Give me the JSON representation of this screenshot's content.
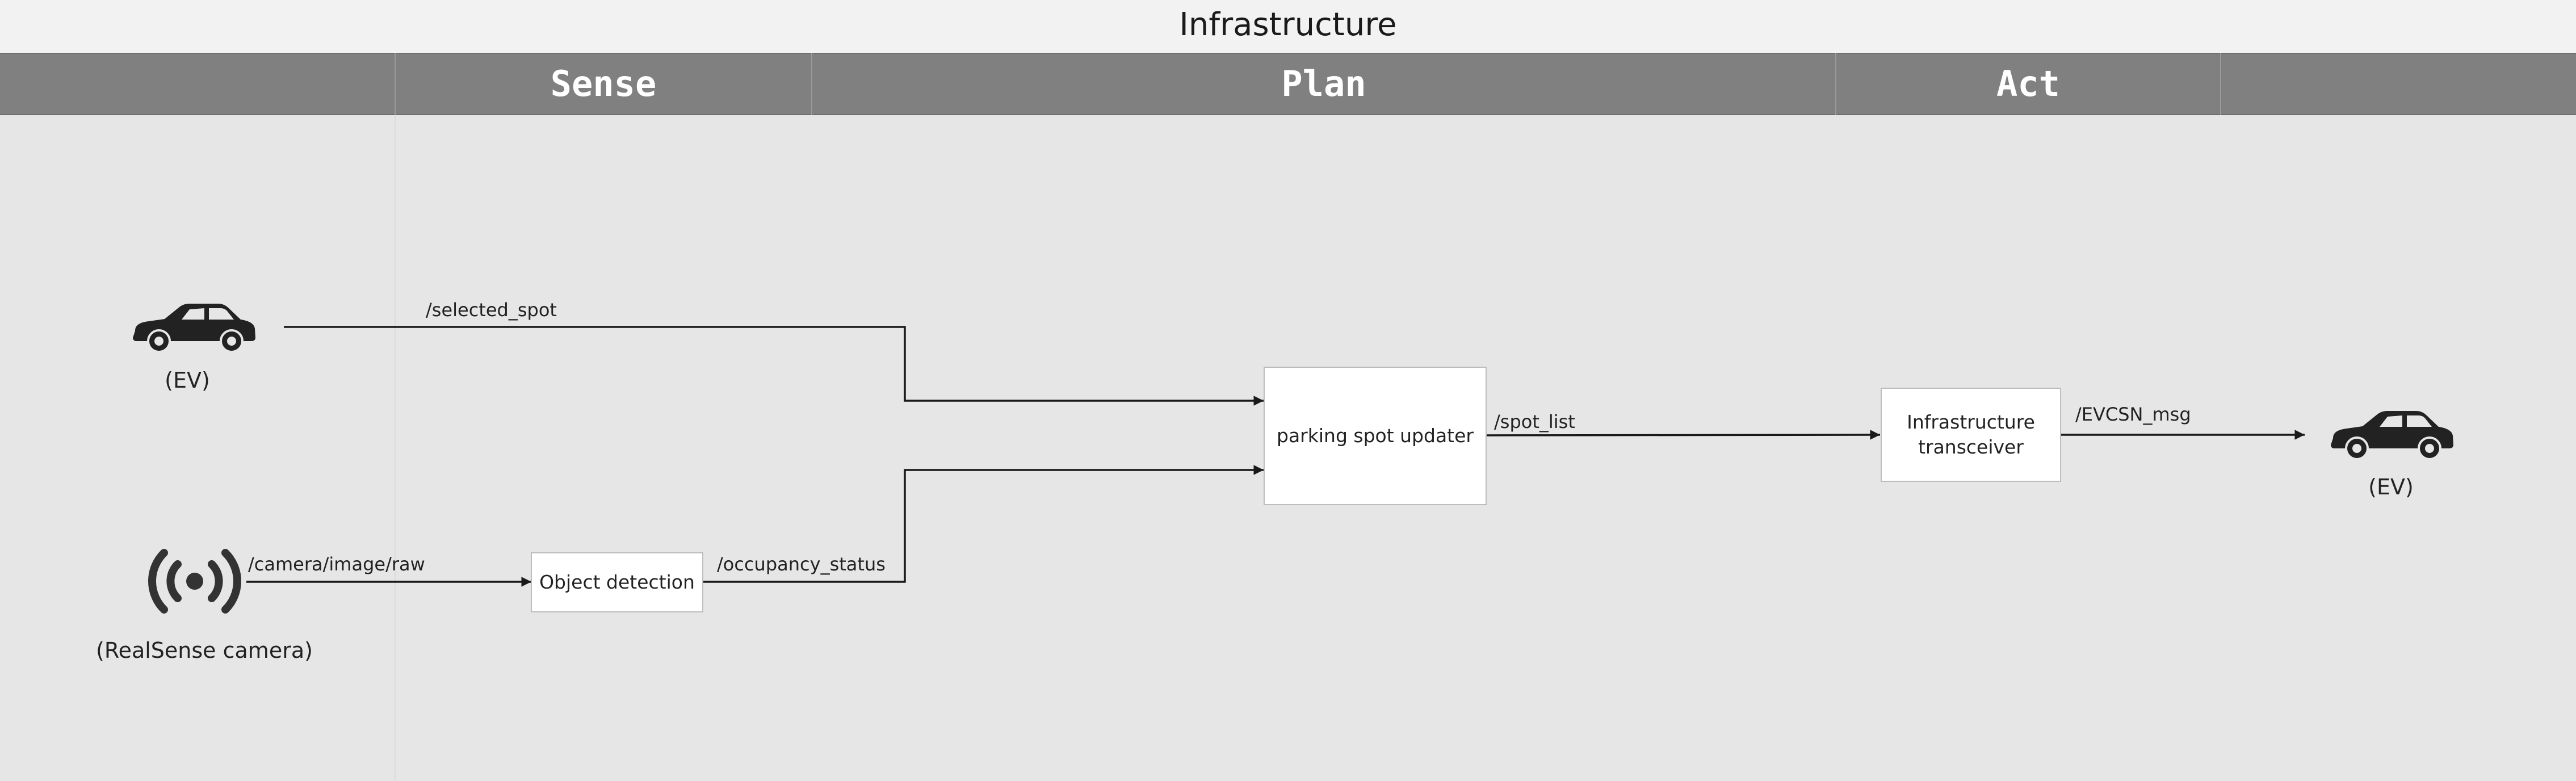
{
  "title": "Infrastructure",
  "columns": [
    {
      "label": ""
    },
    {
      "label": "Sense"
    },
    {
      "label": "Plan"
    },
    {
      "label": "Act"
    },
    {
      "label": ""
    }
  ],
  "nodes": {
    "ev_source": {
      "caption": "(EV)",
      "icon": "car-icon"
    },
    "camera": {
      "caption": "(RealSense camera)",
      "icon": "broadcast-sensor-icon"
    },
    "object_detection": {
      "label": "Object detection"
    },
    "parking_spot_updater": {
      "label": "parking spot updater"
    },
    "infrastructure_transceiver": {
      "label": "Infrastructure transceiver"
    },
    "ev_target": {
      "caption": "(EV)",
      "icon": "car-icon"
    }
  },
  "edges": {
    "selected_spot": "/selected_spot",
    "camera_raw": "/camera/image/raw",
    "occupancy_status": "/occupancy_status",
    "spot_list": "/spot_list",
    "evcsn_msg": "/EVCSN_msg"
  },
  "colors": {
    "header_band": "#808080",
    "lane_background": "#e6e6e6",
    "title_bar": "#f2f2f2",
    "line": "#1a1a1a",
    "icon": "#222222"
  }
}
